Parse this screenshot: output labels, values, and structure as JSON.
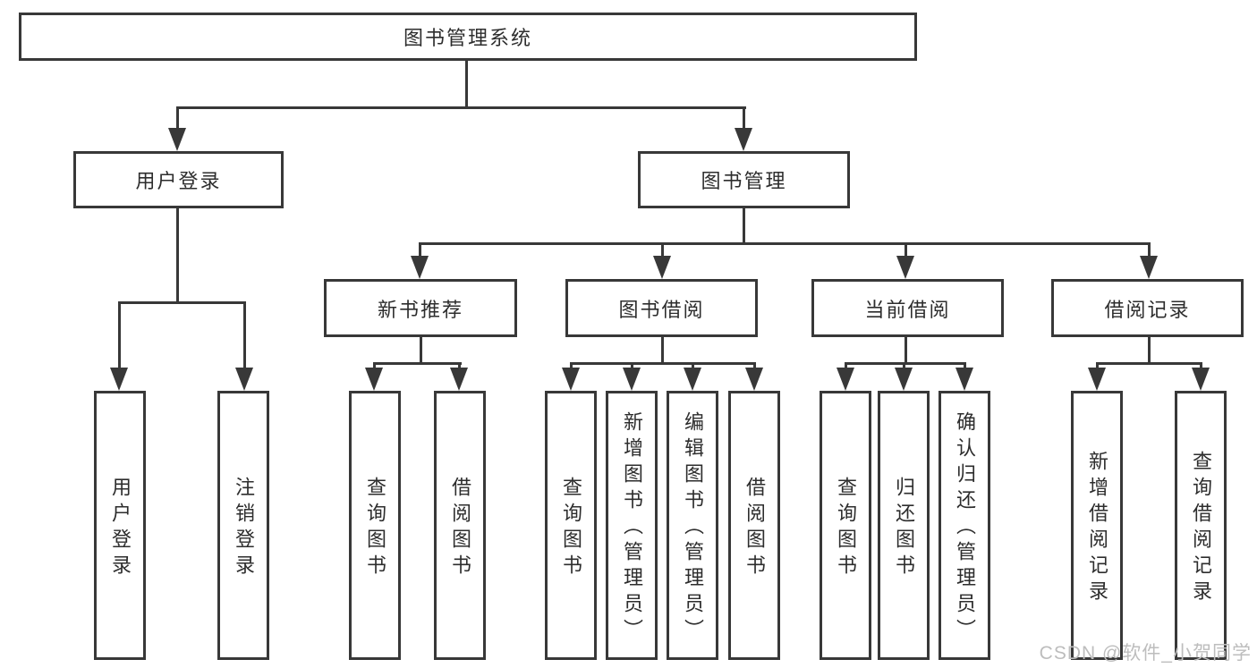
{
  "title": {
    "label": "图书管理系统"
  },
  "level2": [
    {
      "label": "用户登录"
    },
    {
      "label": "图书管理"
    }
  ],
  "level3": [
    {
      "label": "新书推荐"
    },
    {
      "label": "图书借阅"
    },
    {
      "label": "当前借阅"
    },
    {
      "label": "借阅记录"
    }
  ],
  "leaves": {
    "user_login": [
      "用户登录",
      "注销登录"
    ],
    "new_book_rec": [
      "查询图书",
      "借阅图书"
    ],
    "book_borrow": [
      "查询图书",
      "新增图书（管理员）",
      "编辑图书（管理员）",
      "借阅图书"
    ],
    "current_borrow": [
      "查询图书",
      "归还图书",
      "确认归还（管理员）"
    ],
    "borrow_records": [
      "新增借阅记录",
      "查询借阅记录"
    ]
  },
  "watermark": {
    "text": "CSDN @软件_小贺同学"
  },
  "colors": {
    "line": "#383838",
    "text": "#2d2d2d",
    "background": "#ffffff",
    "watermark": "#bdbdbd"
  }
}
